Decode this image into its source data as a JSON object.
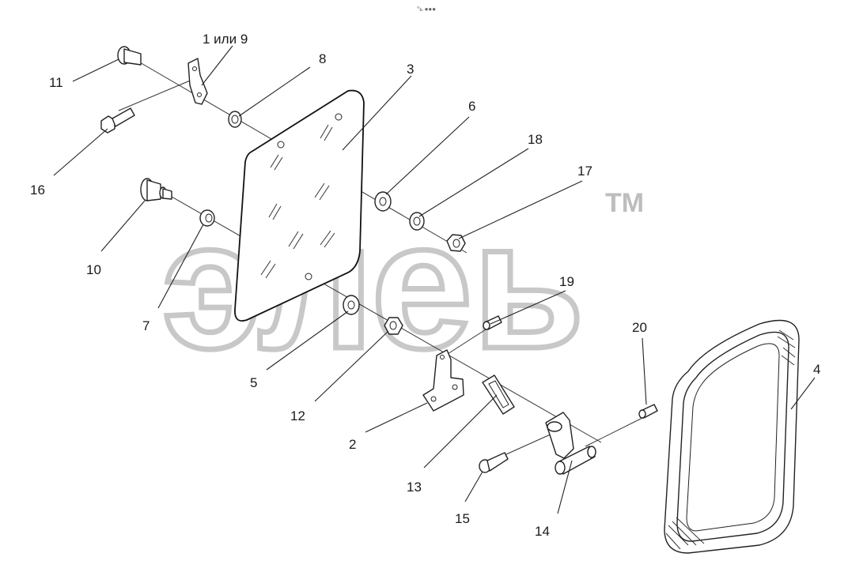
{
  "header_mark": "°ь ●●●",
  "watermark": {
    "text": "элеь",
    "tm": "TM",
    "color": "#c8c8c8"
  },
  "callouts": {
    "c1or9": "1 или 9",
    "c2": "2",
    "c3": "3",
    "c4": "4",
    "c5": "5",
    "c6": "6",
    "c7": "7",
    "c8": "8",
    "c10": "10",
    "c11": "11",
    "c12": "12",
    "c13": "13",
    "c14": "14",
    "c15": "15",
    "c16": "16",
    "c17": "17",
    "c18": "18",
    "c19": "19",
    "c20": "20"
  }
}
